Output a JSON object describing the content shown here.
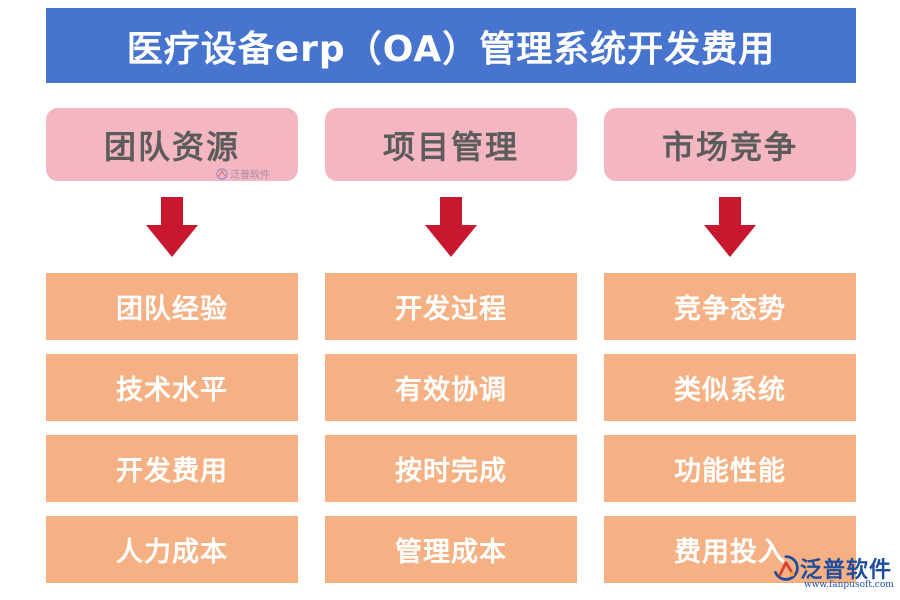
{
  "title": "医疗设备erp（OA）管理系统开发费用",
  "columns": [
    {
      "header": "团队资源",
      "items": [
        "团队经验",
        "技术水平",
        "开发费用",
        "人力成本"
      ]
    },
    {
      "header": "项目管理",
      "items": [
        "开发过程",
        "有效协调",
        "按时完成",
        "管理成本"
      ]
    },
    {
      "header": "市场竞争",
      "items": [
        "竞争态势",
        "类似系统",
        "功能性能",
        "费用投入"
      ]
    }
  ],
  "watermark": {
    "text": "泛普软件",
    "url": "www.fanpusoft.com"
  },
  "colors": {
    "banner": "#4674cf",
    "header_box": "#f4b6c0",
    "item_box": "#f5b183",
    "arrow": "#c8182f"
  }
}
